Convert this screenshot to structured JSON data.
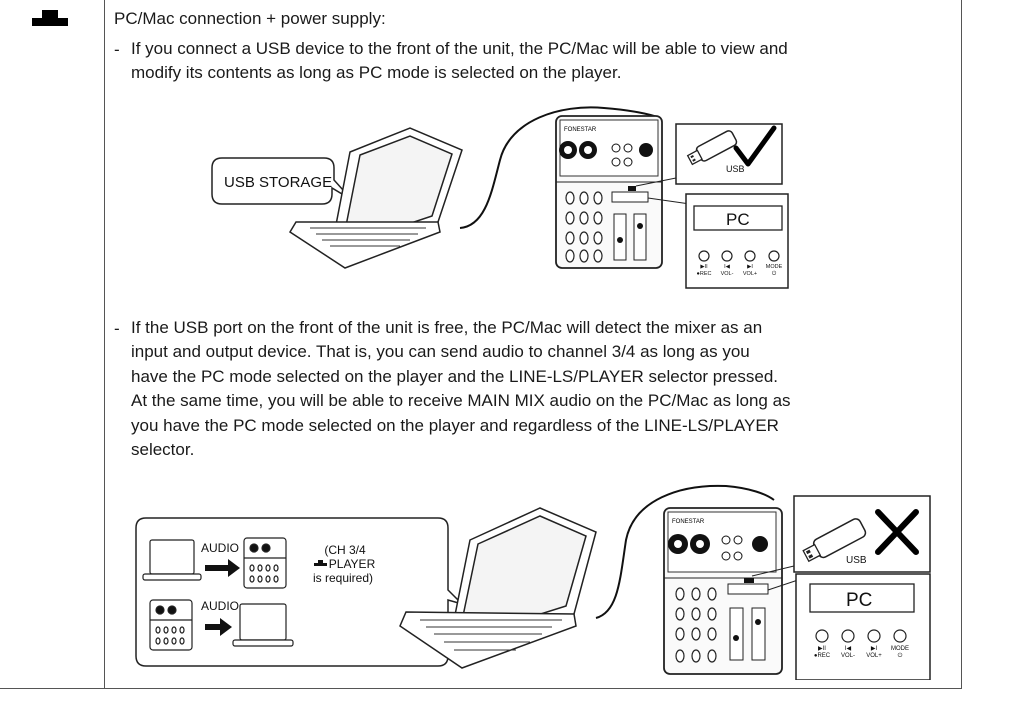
{
  "header": {
    "title": "PC/Mac connection + power supply:"
  },
  "bullets": [
    {
      "dash": "-",
      "lines": [
        "If you connect a USB device to the front of the unit, the PC/Mac will be able to view and",
        "modify its contents as long as PC mode is selected on the player."
      ]
    },
    {
      "dash": "-",
      "lines": [
        "If the USB port on the front of the unit is free, the PC/Mac will detect the mixer as an",
        "input and output device. That is, you can send audio to channel 3/4 as long as you",
        "have the PC mode selected on the player and the LINE-LS/PLAYER selector pressed.",
        "At the same time, you will be able to receive MAIN MIX audio on the PC/Mac as long as",
        "you have the PC mode selected on the player and regardless of the LINE-LS/PLAYER",
        "selector."
      ]
    }
  ],
  "figure1": {
    "bubble_label": "USB STORAGE",
    "mixer_brand": "FONESTAR",
    "usb_label": "USB",
    "display_mode": "PC",
    "buttons": [
      {
        "top": "▶II",
        "bottom": "●REC"
      },
      {
        "top": "I◀",
        "bottom": "VOL-"
      },
      {
        "top": "▶I",
        "bottom": "VOL+"
      },
      {
        "top": "MODE",
        "bottom": "⏻"
      }
    ]
  },
  "figure2": {
    "audio_label_1": "AUDIO",
    "audio_label_2": "AUDIO",
    "requirement_lines": [
      "(CH 3/4",
      "PLAYER",
      "is required)"
    ],
    "mixer_brand": "FONESTAR",
    "usb_label": "USB",
    "display_mode": "PC",
    "buttons": [
      {
        "top": "▶II",
        "bottom": "●REC"
      },
      {
        "top": "I◀",
        "bottom": "VOL-"
      },
      {
        "top": "▶I",
        "bottom": "VOL+"
      },
      {
        "top": "MODE",
        "bottom": "⏻"
      }
    ]
  }
}
